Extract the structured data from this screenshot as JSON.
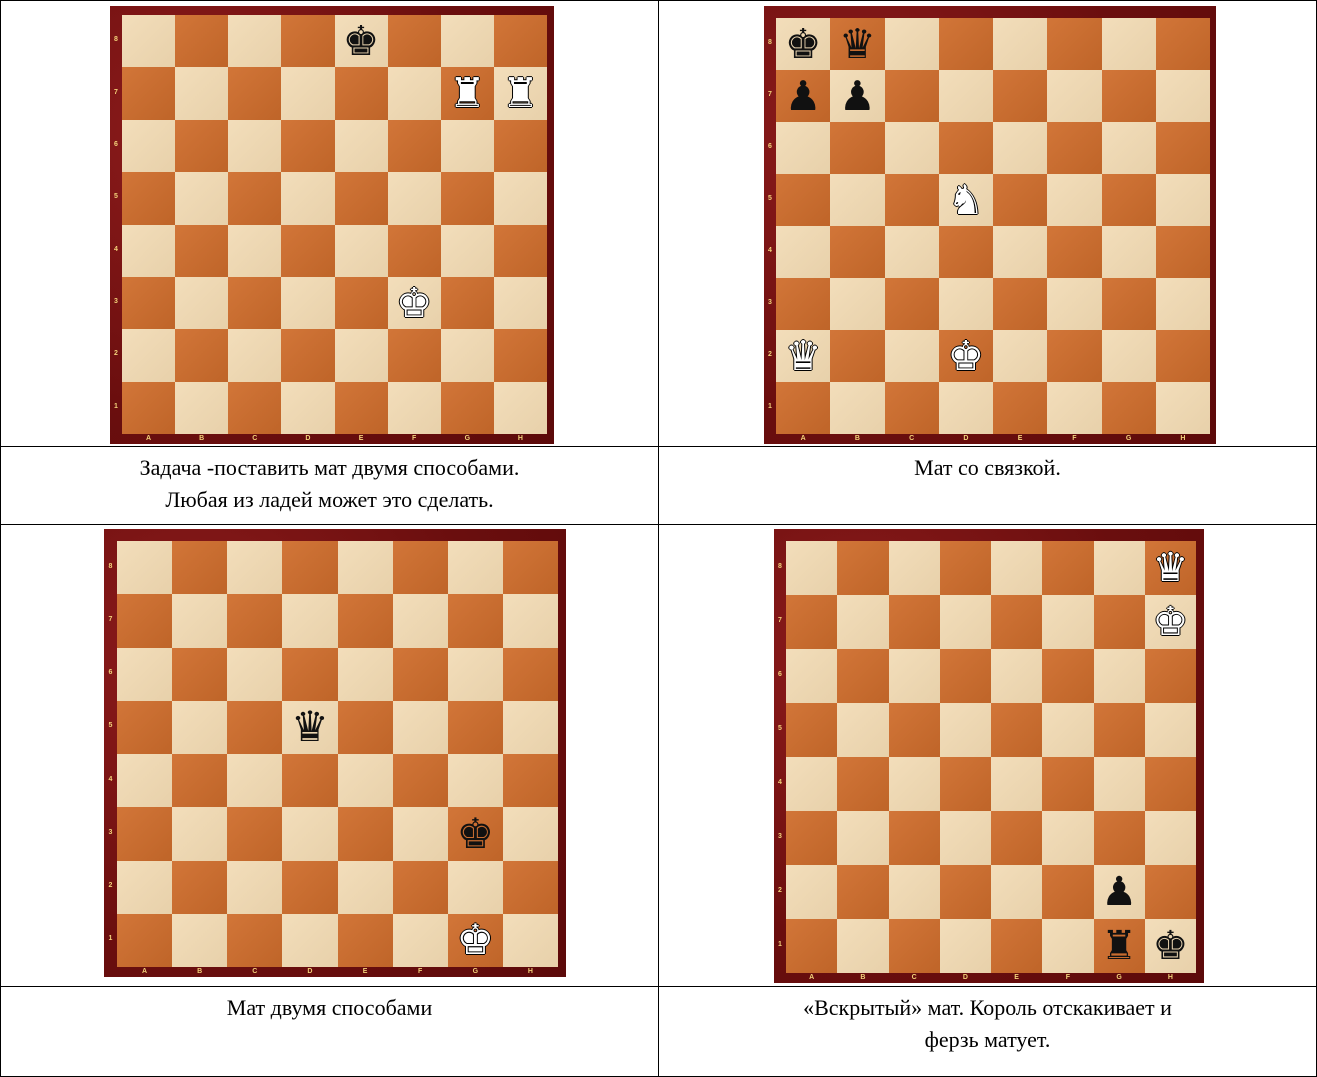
{
  "cells": [
    {
      "caption": [
        "Задача -поставить мат двумя способами.",
        "Любая из ладей может это сделать."
      ],
      "board": {
        "files": [
          "A",
          "B",
          "C",
          "D",
          "E",
          "F",
          "G",
          "H"
        ],
        "ranks": [
          "8",
          "7",
          "6",
          "5",
          "4",
          "3",
          "2",
          "1"
        ],
        "pieces": [
          {
            "square": "e8",
            "color": "b",
            "type": "king",
            "glyph": "♚"
          },
          {
            "square": "g7",
            "color": "w",
            "type": "rook",
            "glyph": "♜"
          },
          {
            "square": "h7",
            "color": "w",
            "type": "rook",
            "glyph": "♜"
          },
          {
            "square": "f3",
            "color": "w",
            "type": "king",
            "glyph": "♚"
          }
        ]
      }
    },
    {
      "caption": [
        "Мат со связкой."
      ],
      "board": {
        "files": [
          "A",
          "B",
          "C",
          "D",
          "E",
          "F",
          "G",
          "H"
        ],
        "ranks": [
          "8",
          "7",
          "6",
          "5",
          "4",
          "3",
          "2",
          "1"
        ],
        "pieces": [
          {
            "square": "a8",
            "color": "b",
            "type": "king",
            "glyph": "♚"
          },
          {
            "square": "b8",
            "color": "b",
            "type": "queen",
            "glyph": "♛"
          },
          {
            "square": "a7",
            "color": "b",
            "type": "pawn",
            "glyph": "♟"
          },
          {
            "square": "b7",
            "color": "b",
            "type": "pawn",
            "glyph": "♟"
          },
          {
            "square": "d5",
            "color": "w",
            "type": "knight",
            "glyph": "♞"
          },
          {
            "square": "a2",
            "color": "w",
            "type": "queen",
            "glyph": "♛"
          },
          {
            "square": "d2",
            "color": "w",
            "type": "king",
            "glyph": "♚"
          }
        ]
      }
    },
    {
      "caption": [
        "Мат двумя способами"
      ],
      "board": {
        "files": [
          "A",
          "B",
          "C",
          "D",
          "E",
          "F",
          "G",
          "H"
        ],
        "ranks": [
          "8",
          "7",
          "6",
          "5",
          "4",
          "3",
          "2",
          "1"
        ],
        "pieces": [
          {
            "square": "d5",
            "color": "b",
            "type": "queen",
            "glyph": "♛"
          },
          {
            "square": "g3",
            "color": "b",
            "type": "king",
            "glyph": "♚"
          },
          {
            "square": "g1",
            "color": "w",
            "type": "king",
            "glyph": "♚"
          }
        ]
      }
    },
    {
      "caption": [
        "«Вскрытый» мат. Король отскакивает и",
        "ферзь матует."
      ],
      "board": {
        "files": [
          "A",
          "B",
          "C",
          "D",
          "E",
          "F",
          "G",
          "H"
        ],
        "ranks": [
          "8",
          "7",
          "6",
          "5",
          "4",
          "3",
          "2",
          "1"
        ],
        "pieces": [
          {
            "square": "h8",
            "color": "w",
            "type": "queen",
            "glyph": "♛"
          },
          {
            "square": "h7",
            "color": "w",
            "type": "king",
            "glyph": "♚"
          },
          {
            "square": "g2",
            "color": "b",
            "type": "pawn",
            "glyph": "♟"
          },
          {
            "square": "g1",
            "color": "b",
            "type": "rook",
            "glyph": "♜"
          },
          {
            "square": "h1",
            "color": "b",
            "type": "king",
            "glyph": "♚"
          }
        ]
      }
    }
  ]
}
